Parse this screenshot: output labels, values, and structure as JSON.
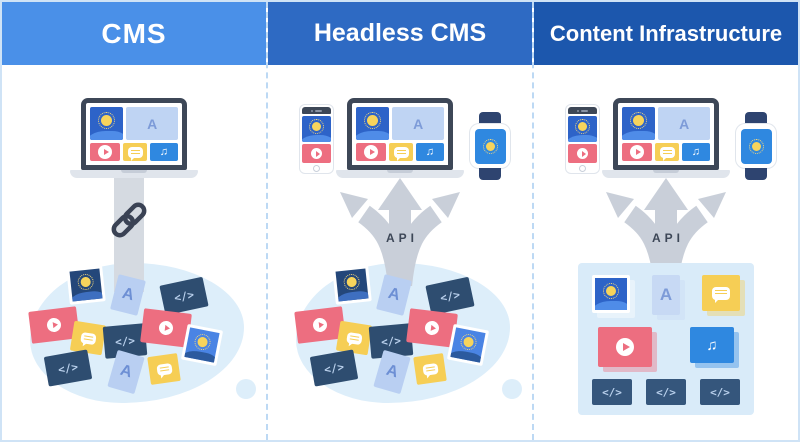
{
  "columns": [
    {
      "title": "CMS",
      "header_color": "#4a90e8"
    },
    {
      "title": "Headless CMS",
      "header_color": "#2e6ac3",
      "api_label": "API"
    },
    {
      "title": "Content Infrastructure",
      "header_color": "#1c57ad",
      "api_label": "API"
    }
  ],
  "tiles": {
    "letter": "A",
    "code": "</>",
    "music_glyph": "♫",
    "icons": [
      "sun-icon",
      "play-icon",
      "speech-bubble-icon",
      "music-note-icon",
      "link-icon",
      "laptop-icon",
      "smartphone-icon",
      "smartwatch-icon",
      "branching-arrows-icon"
    ]
  },
  "colors": {
    "header_cms": "#4a90e8",
    "header_headless_cms": "#2e6ac3",
    "header_content_infrastructure": "#1c57ad",
    "image_tile_blue": "#2d63c8",
    "letter_tile_blue": "#bfd4f3",
    "letter_text_blue": "#7d9bd8",
    "media_red": "#ed6e80",
    "media_yellow": "#f6ce55",
    "media_blue": "#2f88e0",
    "code_tile_navy": "#35567c",
    "blob_light_blue": "#ddeefa",
    "content_box_light_blue": "#d9ebf9",
    "arrow_gray": "#c9cfd9",
    "pillar_gray": "#d5dae1",
    "device_frame_dark": "#3d4757",
    "border_light_blue": "#cfe3f6"
  }
}
